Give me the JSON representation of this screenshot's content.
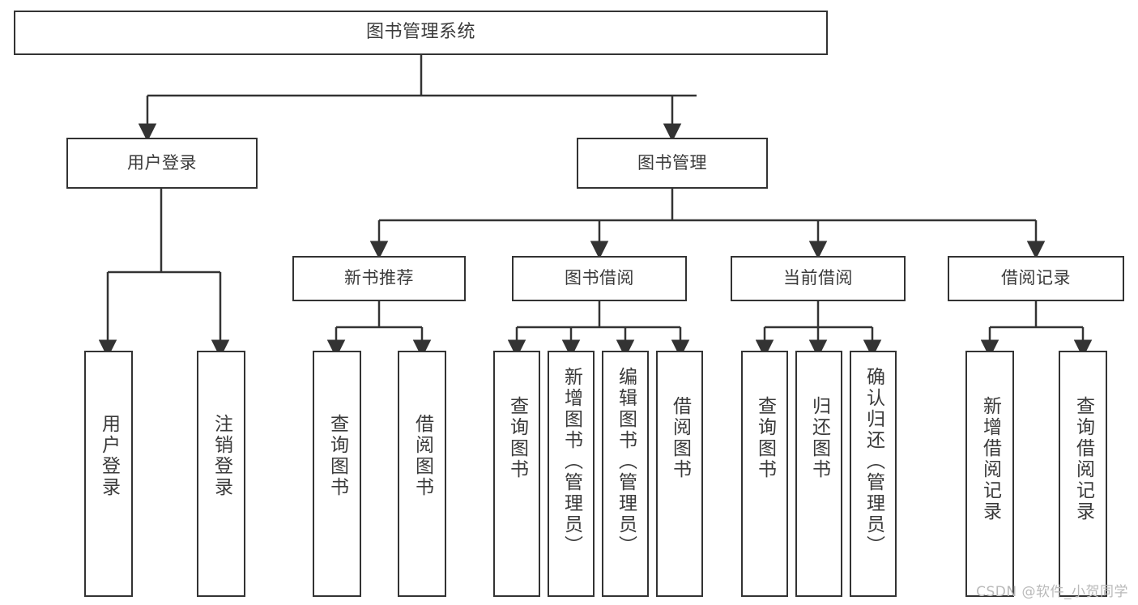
{
  "diagram": {
    "type": "tree-hierarchy",
    "title": "图书管理系统",
    "watermark": "CSDN @软件_小贺同学",
    "colors": {
      "stroke": "#333333",
      "text": "#3a3a3a",
      "background": "#ffffff",
      "watermark": "#b9b9b9"
    },
    "nodes": {
      "root": {
        "label": "图书管理系统"
      },
      "level2": [
        {
          "label": "用户登录"
        },
        {
          "label": "图书管理"
        }
      ],
      "level3": [
        {
          "label": "新书推荐"
        },
        {
          "label": "图书借阅"
        },
        {
          "label": "当前借阅"
        },
        {
          "label": "借阅记录"
        }
      ],
      "leaves": {
        "user_login": [
          {
            "label": "用户登录"
          },
          {
            "label": "注销登录"
          }
        ],
        "new_book_recommend": [
          {
            "label": "查询图书"
          },
          {
            "label": "借阅图书"
          }
        ],
        "book_borrow": [
          {
            "label": "查询图书"
          },
          {
            "label": "新增图书（管理员）"
          },
          {
            "label": "编辑图书（管理员）"
          },
          {
            "label": "借阅图书"
          }
        ],
        "current_borrow": [
          {
            "label": "查询图书"
          },
          {
            "label": "归还图书"
          },
          {
            "label": "确认归还（管理员）"
          }
        ],
        "borrow_record": [
          {
            "label": "新增借阅记录"
          },
          {
            "label": "查询借阅记录"
          }
        ]
      }
    }
  }
}
